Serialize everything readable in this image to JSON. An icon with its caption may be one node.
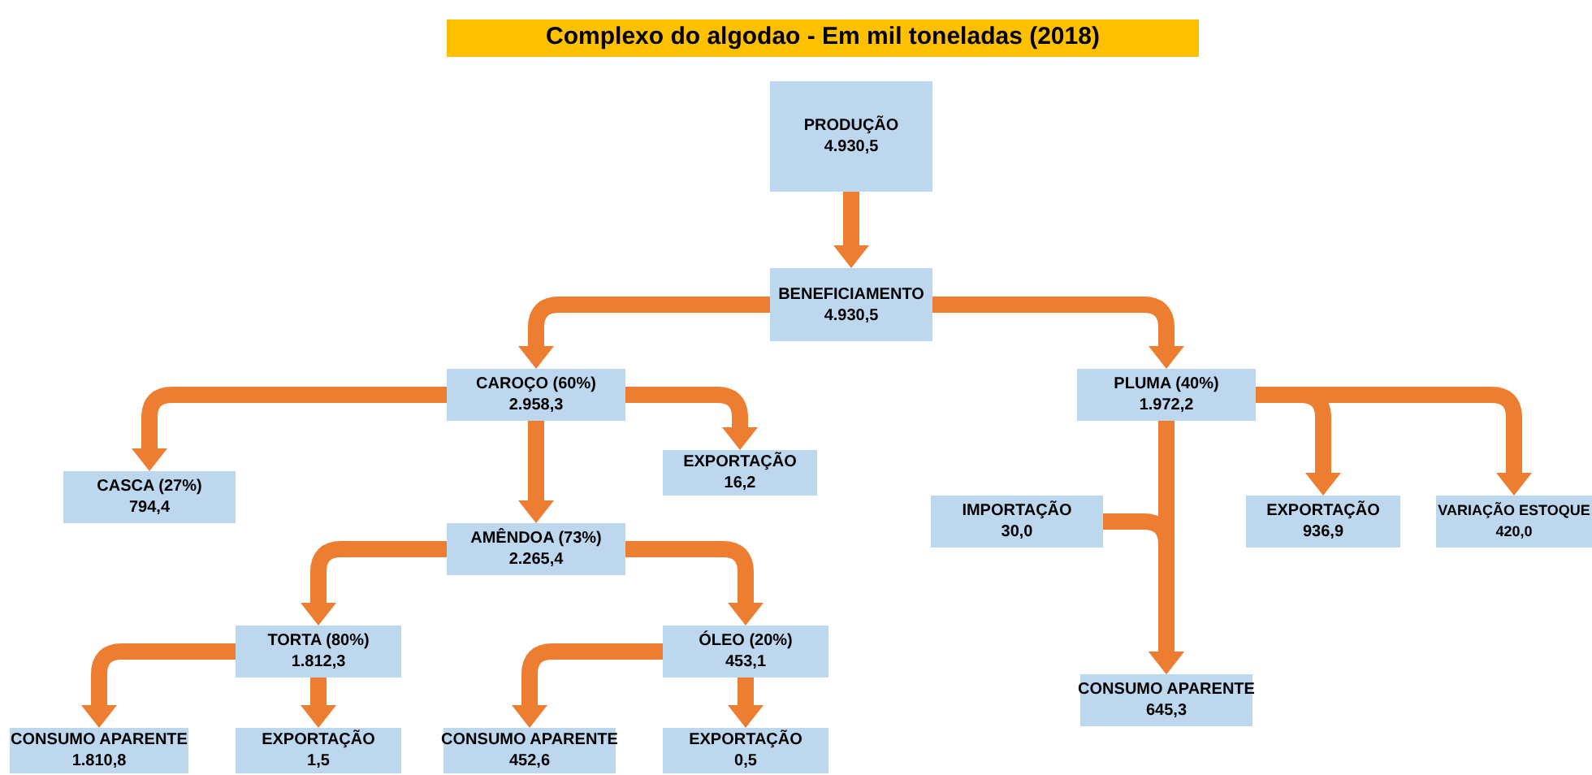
{
  "diagram": {
    "title": "Complexo do algodao - Em mil toneladas (2018)",
    "nodes": [
      {
        "text": [
          "PRODUÇÃO",
          "4.930,5"
        ]
      },
      {
        "text": [
          "BENEFICIAMENTO",
          "4.930,5"
        ]
      },
      {
        "text": [
          "CAROÇO (60%)",
          "2.958,3"
        ]
      },
      {
        "text": [
          "PLUMA (40%)",
          "1.972,2"
        ]
      },
      {
        "text": [
          "CASCA (27%)",
          "794,4"
        ]
      },
      {
        "text": [
          "EXPORTAÇÃO",
          "16,2"
        ]
      },
      {
        "text": [
          "AMÊNDOA (73%)",
          "2.265,4"
        ]
      },
      {
        "text": [
          "IMPORTAÇÃO",
          "30,0"
        ]
      },
      {
        "text": [
          "EXPORTAÇÃO",
          "936,9"
        ]
      },
      {
        "text": [
          "VARIAÇÃO ESTOQUE",
          "420,0"
        ]
      },
      {
        "text": [
          "TORTA (80%)",
          "1.812,3"
        ]
      },
      {
        "text": [
          "ÓLEO (20%)",
          "453,1"
        ]
      },
      {
        "text": [
          "CONSUMO APARENTE",
          "645,3"
        ]
      },
      {
        "text": [
          "CONSUMO APARENTE",
          "1.810,8"
        ]
      },
      {
        "text": [
          "EXPORTAÇÃO",
          "1,5"
        ]
      },
      {
        "text": [
          "CONSUMO APARENTE",
          "452,6"
        ]
      },
      {
        "text": [
          "EXPORTAÇÃO",
          "0,5"
        ]
      }
    ],
    "edges": [
      {
        "from": 0,
        "to": 1,
        "arrow": "to"
      },
      {
        "from": 1,
        "to": 2,
        "arrow": "to"
      },
      {
        "from": 1,
        "to": 3,
        "arrow": "to"
      },
      {
        "from": 2,
        "to": 4,
        "arrow": "to"
      },
      {
        "from": 2,
        "to": 5,
        "arrow": "to"
      },
      {
        "from": 2,
        "to": 6,
        "arrow": "to"
      },
      {
        "from": 3,
        "to": 8,
        "arrow": "to"
      },
      {
        "from": 3,
        "to": 9,
        "arrow": "to"
      },
      {
        "from": 3,
        "to": 12,
        "arrow": "to"
      },
      {
        "from": 7,
        "to": 12,
        "arrow": "to"
      },
      {
        "from": 6,
        "to": 10,
        "arrow": "to"
      },
      {
        "from": 6,
        "to": 11,
        "arrow": "to"
      },
      {
        "from": 10,
        "to": 13,
        "arrow": "to"
      },
      {
        "from": 10,
        "to": 14,
        "arrow": "to"
      },
      {
        "from": 11,
        "to": 15,
        "arrow": "to"
      },
      {
        "from": 11,
        "to": 16,
        "arrow": "to"
      }
    ]
  }
}
